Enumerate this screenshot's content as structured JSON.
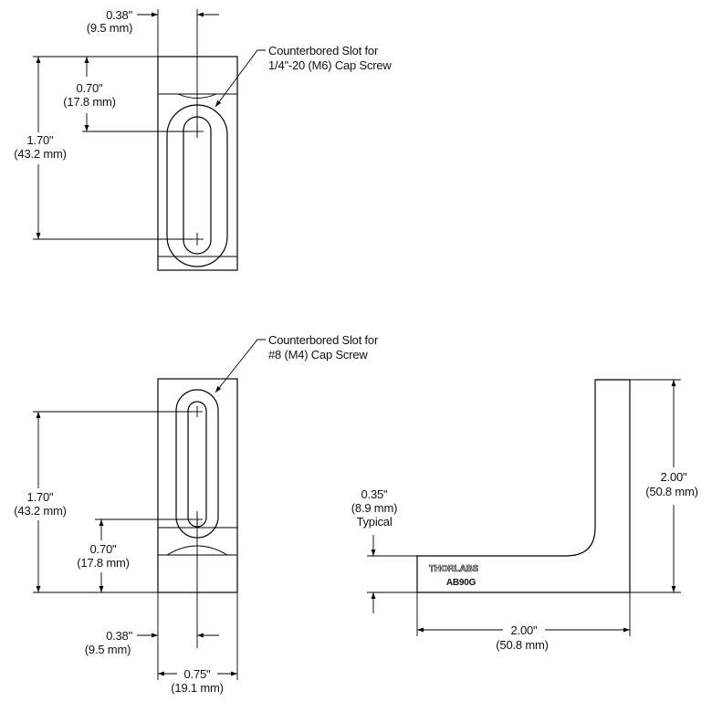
{
  "top_view": {
    "dim_offset": [
      "0.38\"",
      "(9.5 mm)"
    ],
    "dim_slot_pos": [
      "0.70\"",
      "(17.8 mm)"
    ],
    "dim_height": [
      "1.70\"",
      "(43.2 mm)"
    ],
    "callout": [
      "Counterbored Slot for",
      "1/4\"-20 (M6) Cap Screw"
    ]
  },
  "bottom_view": {
    "callout": [
      "Counterbored Slot for",
      "#8 (M4) Cap Screw"
    ],
    "dim_height": [
      "1.70\"",
      "(43.2 mm)"
    ],
    "dim_slot_pos": [
      "0.70\"",
      "(17.8 mm)"
    ],
    "dim_offset": [
      "0.38\"",
      "(9.5 mm)"
    ],
    "dim_width": [
      "0.75\"",
      "(19.1 mm)"
    ]
  },
  "side_view": {
    "dim_thickness": [
      "0.35\"",
      "(8.9 mm)",
      "Typical"
    ],
    "dim_height": [
      "2.00\"",
      "(50.8 mm)"
    ],
    "dim_length": [
      "2.00\"",
      "(50.8 mm)"
    ],
    "logo_brand": "THORLABS",
    "logo_part": "AB90G"
  }
}
